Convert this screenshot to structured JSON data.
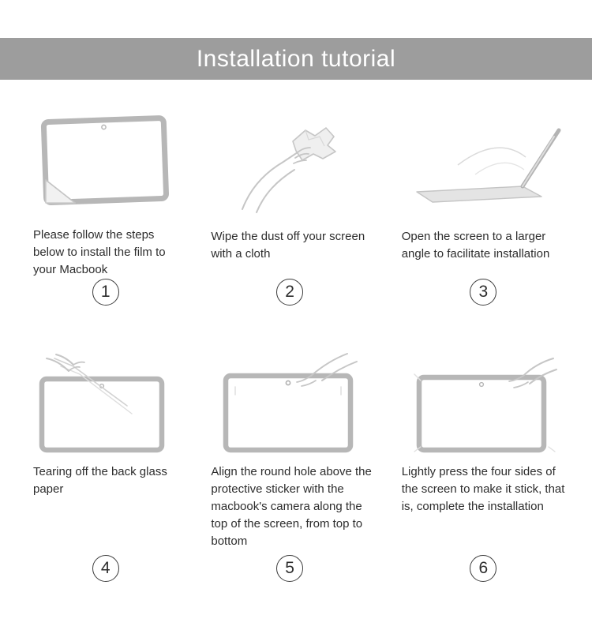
{
  "header": {
    "title": "Installation tutorial",
    "background_color": "#9d9d9d",
    "text_color": "#ffffff"
  },
  "steps": [
    {
      "number": "1",
      "caption": "Please follow the steps below to install the film to your Macbook",
      "illustration": "screen-with-peeling-film"
    },
    {
      "number": "2",
      "caption": "Wipe the dust off your screen with a cloth",
      "illustration": "hands-wiping-screen-with-cloth"
    },
    {
      "number": "3",
      "caption": "Open the screen to a larger angle to facilitate installation",
      "illustration": "laptop-opened-to-wide-angle"
    },
    {
      "number": "4",
      "caption": "Tearing off the back glass paper",
      "illustration": "hands-tearing-back-glass-paper"
    },
    {
      "number": "5",
      "caption": "Align the round hole above the protective sticker with the macbook's camera along the top of the screen, from top to bottom",
      "illustration": "hand-aligning-camera-hole"
    },
    {
      "number": "6",
      "caption": "Lightly press the four sides of the screen to make it stick, that is, complete the installation",
      "illustration": "hands-pressing-four-sides"
    }
  ],
  "colors": {
    "line_art": "#c6c6c6",
    "bezel": "#b7b7b7",
    "caption_text": "#2d2d2d",
    "badge_border": "#3c3c3c"
  }
}
